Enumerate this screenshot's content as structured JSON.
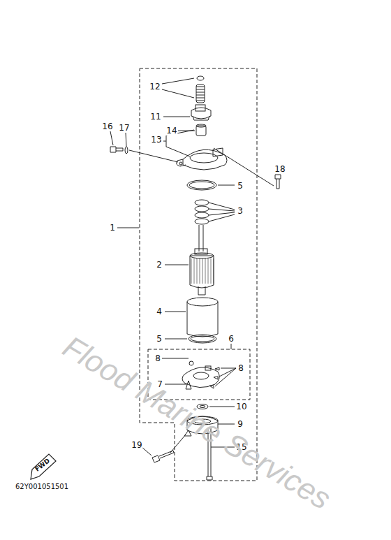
{
  "diagram": {
    "labels": [
      "12",
      "11",
      "14",
      "13",
      "16",
      "17",
      "18",
      "5",
      "3",
      "1",
      "2",
      "4",
      "5",
      "6",
      "8",
      "8",
      "7",
      "10",
      "9",
      "19",
      "15",
      "FWD",
      "62Y001051501",
      "Flood Marine Services"
    ]
  }
}
